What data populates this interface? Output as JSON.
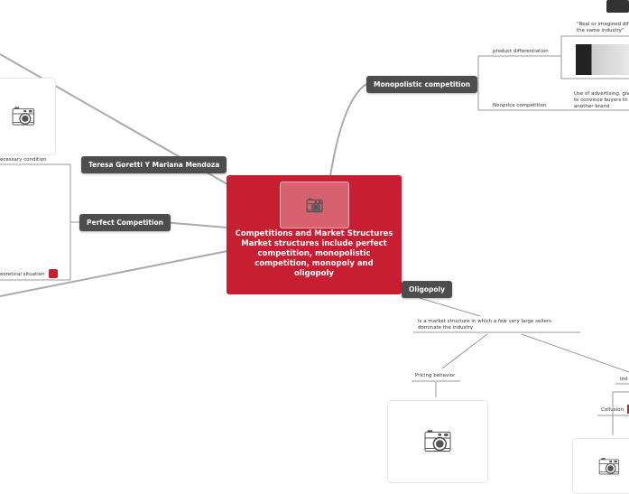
{
  "central": {
    "title": "Competitions and Market Structures",
    "subtitle": "Market structures include perfect competition, monopolistic competition, monopoly and oligopoly",
    "color": "#c81e32"
  },
  "nodes": {
    "authors": "Teresa Goretti Y Mariana Mendoza",
    "perfect": "Perfect Competition",
    "monopolistic": "Monopolistic competition",
    "oligopoly": "Oligopoly"
  },
  "labels": {
    "necessary_condition": "ecessary condition",
    "theoretical_situation": "eoretical situation",
    "product_differentiation": "product differentiation",
    "real_or_imagined": "\"Real or imagined dif the same industry\"",
    "nonprice": "Nonprice competition",
    "advertising": "Use of advertising, giv to convince buyers th another brand",
    "oligopoly_def": "Is a market structure in which a few very large sellers dominate the industry",
    "pricing_behavior": "Pricing behavior",
    "ind": "Ind",
    "collusion": "Collusion"
  },
  "icons": [
    "camera-icon",
    "tablets-image",
    "mindomo-icon"
  ]
}
